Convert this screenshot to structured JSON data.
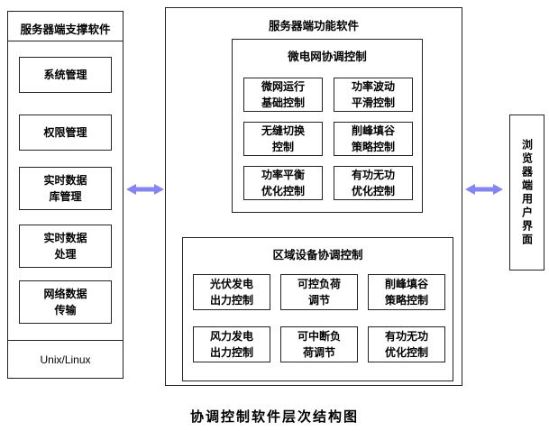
{
  "caption": "协调控制软件层次结构图",
  "colors": {
    "arrow": "#8585f0"
  },
  "left_panel": {
    "title": "服务器端支撑软件",
    "items": [
      {
        "label": "系统管理"
      },
      {
        "label": "权限管理"
      },
      {
        "label": "实时数据\n库管理"
      },
      {
        "label": "实时数据\n处理"
      },
      {
        "label": "网络数据\n传输"
      }
    ],
    "os_label": "Unix/Linux"
  },
  "main_panel": {
    "title": "服务器端功能软件",
    "microgrid_group": {
      "title": "微电网协调控制",
      "items": [
        {
          "label": "微网运行\n基础控制"
        },
        {
          "label": "功率波动\n平滑控制"
        },
        {
          "label": "无缝切换\n控制"
        },
        {
          "label": "削峰填谷\n策略控制"
        },
        {
          "label": "功率平衡\n优化控制"
        },
        {
          "label": "有功无功\n优化控制"
        }
      ]
    },
    "regional_group": {
      "title": "区域设备协调控制",
      "items": [
        {
          "label": "光伏发电\n出力控制"
        },
        {
          "label": "可控负荷\n调节"
        },
        {
          "label": "削峰填谷\n策略控制"
        },
        {
          "label": "风力发电\n出力控制"
        },
        {
          "label": "可中断负\n荷调节"
        },
        {
          "label": "有功无功\n优化控制"
        }
      ]
    }
  },
  "right_panel": {
    "title": "浏览器端用户界面"
  }
}
